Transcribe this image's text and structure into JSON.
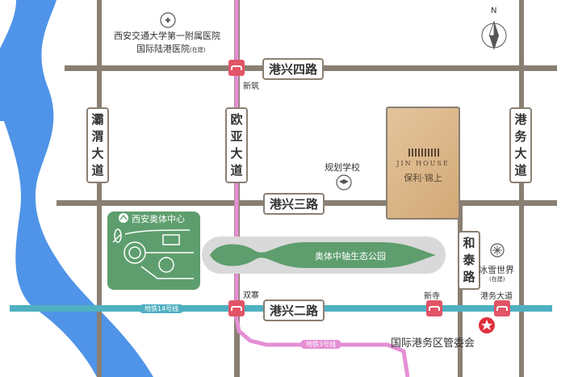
{
  "roads": {
    "gangxing_si": "港兴四路",
    "gangxing_san": "港兴三路",
    "gangxing_er": "港兴二路",
    "bawei": "灞渭大道",
    "ouya": "欧亚大道",
    "gangwu": "港务大道",
    "hetai": "和泰路"
  },
  "subway": {
    "line14": "地铁14号线",
    "line3": "地铁3号线"
  },
  "stations": {
    "xinzhu": "新筑",
    "shuangzhai": "双寨",
    "xinsi": "新寺",
    "gangwudadao": "港务大道"
  },
  "pois": {
    "hospital_line1": "西安交通大学第一附属医院",
    "hospital_line2": "国际陆港医院",
    "hospital_note": "(在建)",
    "school": "规划学校",
    "sports_center": "西安奥体中心",
    "park": "奥体中轴生态公园",
    "ice_world": "冰雪世界",
    "ice_note": "(在建)",
    "committee": "国际港务区管委会"
  },
  "project": {
    "name_en": "JIN HOUSE",
    "name_cn": "保利·锦上"
  },
  "compass": {
    "north": "N"
  },
  "colors": {
    "road": "#8a7f73",
    "river": "#4f94e8",
    "line14": "#4fb0c2",
    "line3": "#e58fd5",
    "station": "#e25466",
    "green": "#5e9e6e",
    "landmark_red": "#e0303a"
  }
}
